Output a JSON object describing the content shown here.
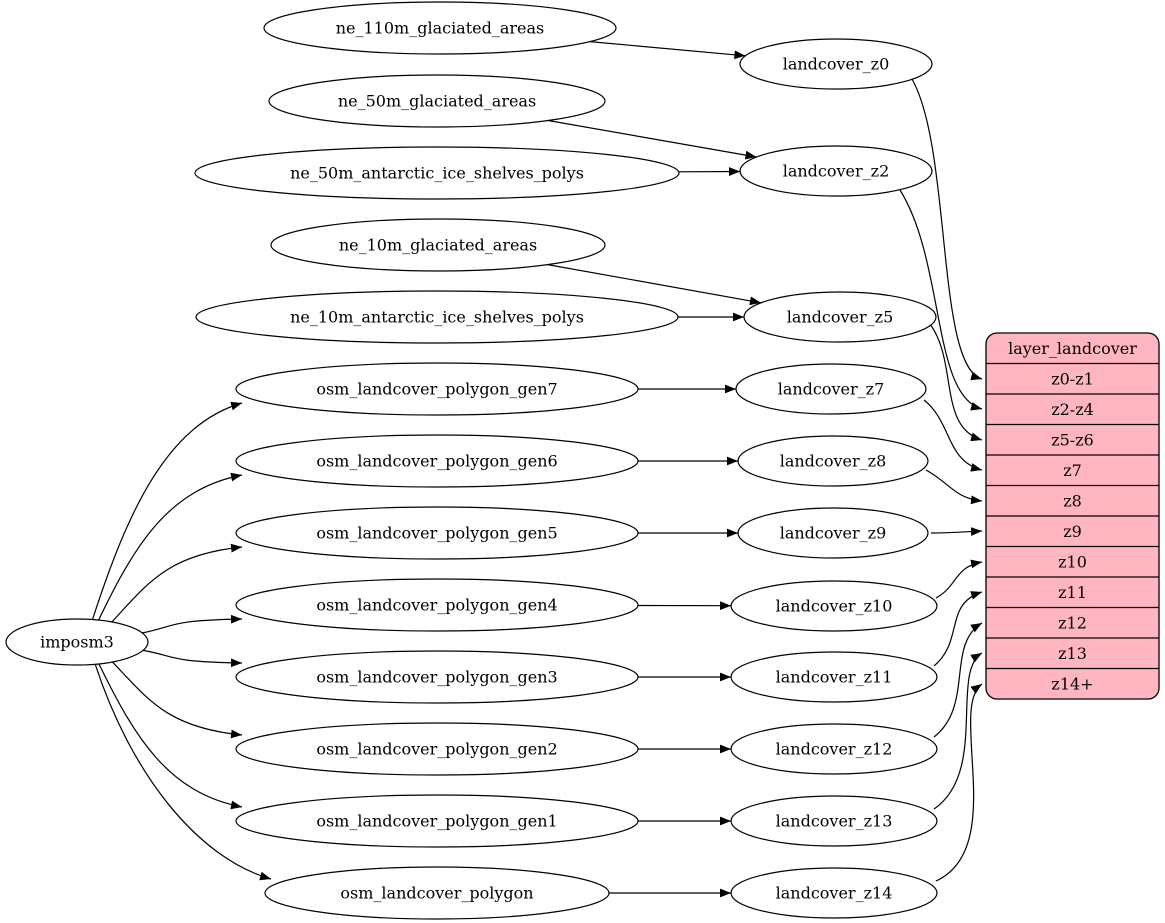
{
  "diagram": {
    "colors": {
      "background": "#ffffff",
      "node_fill": "#ffffff",
      "node_stroke": "#000000",
      "edge_color": "#000000",
      "table_fill": "#ffb6c1",
      "table_stroke": "#000000",
      "text_color": "#000000"
    },
    "nodes": [
      {
        "id": "imposm3",
        "label": "imposm3"
      },
      {
        "id": "ne_110m_glaciated_areas",
        "label": "ne_110m_glaciated_areas"
      },
      {
        "id": "ne_50m_glaciated_areas",
        "label": "ne_50m_glaciated_areas"
      },
      {
        "id": "ne_50m_antarctic_ice_shelves_polys",
        "label": "ne_50m_antarctic_ice_shelves_polys"
      },
      {
        "id": "ne_10m_glaciated_areas",
        "label": "ne_10m_glaciated_areas"
      },
      {
        "id": "ne_10m_antarctic_ice_shelves_polys",
        "label": "ne_10m_antarctic_ice_shelves_polys"
      },
      {
        "id": "osm_landcover_polygon_gen7",
        "label": "osm_landcover_polygon_gen7"
      },
      {
        "id": "osm_landcover_polygon_gen6",
        "label": "osm_landcover_polygon_gen6"
      },
      {
        "id": "osm_landcover_polygon_gen5",
        "label": "osm_landcover_polygon_gen5"
      },
      {
        "id": "osm_landcover_polygon_gen4",
        "label": "osm_landcover_polygon_gen4"
      },
      {
        "id": "osm_landcover_polygon_gen3",
        "label": "osm_landcover_polygon_gen3"
      },
      {
        "id": "osm_landcover_polygon_gen2",
        "label": "osm_landcover_polygon_gen2"
      },
      {
        "id": "osm_landcover_polygon_gen1",
        "label": "osm_landcover_polygon_gen1"
      },
      {
        "id": "osm_landcover_polygon",
        "label": "osm_landcover_polygon"
      },
      {
        "id": "landcover_z0",
        "label": "landcover_z0"
      },
      {
        "id": "landcover_z2",
        "label": "landcover_z2"
      },
      {
        "id": "landcover_z5",
        "label": "landcover_z5"
      },
      {
        "id": "landcover_z7",
        "label": "landcover_z7"
      },
      {
        "id": "landcover_z8",
        "label": "landcover_z8"
      },
      {
        "id": "landcover_z9",
        "label": "landcover_z9"
      },
      {
        "id": "landcover_z10",
        "label": "landcover_z10"
      },
      {
        "id": "landcover_z11",
        "label": "landcover_z11"
      },
      {
        "id": "landcover_z12",
        "label": "landcover_z12"
      },
      {
        "id": "landcover_z13",
        "label": "landcover_z13"
      },
      {
        "id": "landcover_z14",
        "label": "landcover_z14"
      }
    ],
    "table": {
      "id": "layer_landcover",
      "header": "layer_landcover",
      "rows": [
        "z0-z1",
        "z2-z4",
        "z5-z6",
        "z7",
        "z8",
        "z9",
        "z10",
        "z11",
        "z12",
        "z13",
        "z14+"
      ]
    },
    "edges": [
      {
        "from": "imposm3",
        "to": "osm_landcover_polygon_gen7"
      },
      {
        "from": "imposm3",
        "to": "osm_landcover_polygon_gen6"
      },
      {
        "from": "imposm3",
        "to": "osm_landcover_polygon_gen5"
      },
      {
        "from": "imposm3",
        "to": "osm_landcover_polygon_gen4"
      },
      {
        "from": "imposm3",
        "to": "osm_landcover_polygon_gen3"
      },
      {
        "from": "imposm3",
        "to": "osm_landcover_polygon_gen2"
      },
      {
        "from": "imposm3",
        "to": "osm_landcover_polygon_gen1"
      },
      {
        "from": "imposm3",
        "to": "osm_landcover_polygon"
      },
      {
        "from": "ne_110m_glaciated_areas",
        "to": "landcover_z0"
      },
      {
        "from": "ne_50m_glaciated_areas",
        "to": "landcover_z2"
      },
      {
        "from": "ne_50m_antarctic_ice_shelves_polys",
        "to": "landcover_z2"
      },
      {
        "from": "ne_10m_glaciated_areas",
        "to": "landcover_z5"
      },
      {
        "from": "ne_10m_antarctic_ice_shelves_polys",
        "to": "landcover_z5"
      },
      {
        "from": "osm_landcover_polygon_gen7",
        "to": "landcover_z7"
      },
      {
        "from": "osm_landcover_polygon_gen6",
        "to": "landcover_z8"
      },
      {
        "from": "osm_landcover_polygon_gen5",
        "to": "landcover_z9"
      },
      {
        "from": "osm_landcover_polygon_gen4",
        "to": "landcover_z10"
      },
      {
        "from": "osm_landcover_polygon_gen3",
        "to": "landcover_z11"
      },
      {
        "from": "osm_landcover_polygon_gen2",
        "to": "landcover_z12"
      },
      {
        "from": "osm_landcover_polygon_gen1",
        "to": "landcover_z13"
      },
      {
        "from": "osm_landcover_polygon",
        "to": "landcover_z14"
      },
      {
        "from": "landcover_z0",
        "to": "layer_landcover",
        "row": "z0-z1"
      },
      {
        "from": "landcover_z2",
        "to": "layer_landcover",
        "row": "z2-z4"
      },
      {
        "from": "landcover_z5",
        "to": "layer_landcover",
        "row": "z5-z6"
      },
      {
        "from": "landcover_z7",
        "to": "layer_landcover",
        "row": "z7"
      },
      {
        "from": "landcover_z8",
        "to": "layer_landcover",
        "row": "z8"
      },
      {
        "from": "landcover_z9",
        "to": "layer_landcover",
        "row": "z9"
      },
      {
        "from": "landcover_z10",
        "to": "layer_landcover",
        "row": "z10"
      },
      {
        "from": "landcover_z11",
        "to": "layer_landcover",
        "row": "z11"
      },
      {
        "from": "landcover_z12",
        "to": "layer_landcover",
        "row": "z12"
      },
      {
        "from": "landcover_z13",
        "to": "layer_landcover",
        "row": "z13"
      },
      {
        "from": "landcover_z14",
        "to": "layer_landcover",
        "row": "z14+"
      }
    ]
  }
}
